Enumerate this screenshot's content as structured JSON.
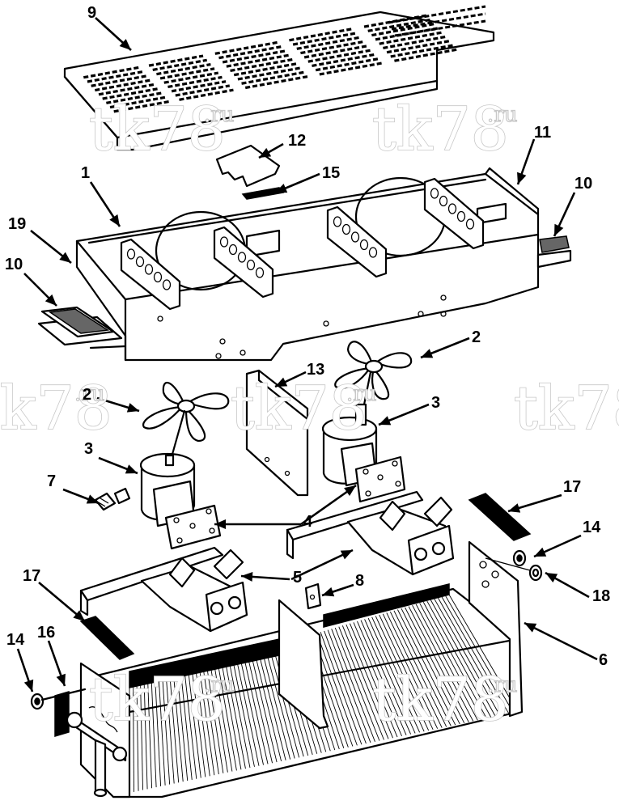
{
  "callouts": {
    "c1": "1",
    "c2a": "2",
    "c2b": "2",
    "c3a": "3",
    "c3b": "3",
    "c4": "4",
    "c5": "5",
    "c6": "6",
    "c7": "7",
    "c8": "8",
    "c9": "9",
    "c10a": "10",
    "c10b": "10",
    "c11": "11",
    "c12": "12",
    "c13": "13",
    "c14a": "14",
    "c14b": "14",
    "c15": "15",
    "c16": "16",
    "c17a": "17",
    "c17b": "17",
    "c18": "18",
    "c19": "19"
  },
  "watermark": {
    "brand": "tk78",
    "suffix": ".ru"
  }
}
